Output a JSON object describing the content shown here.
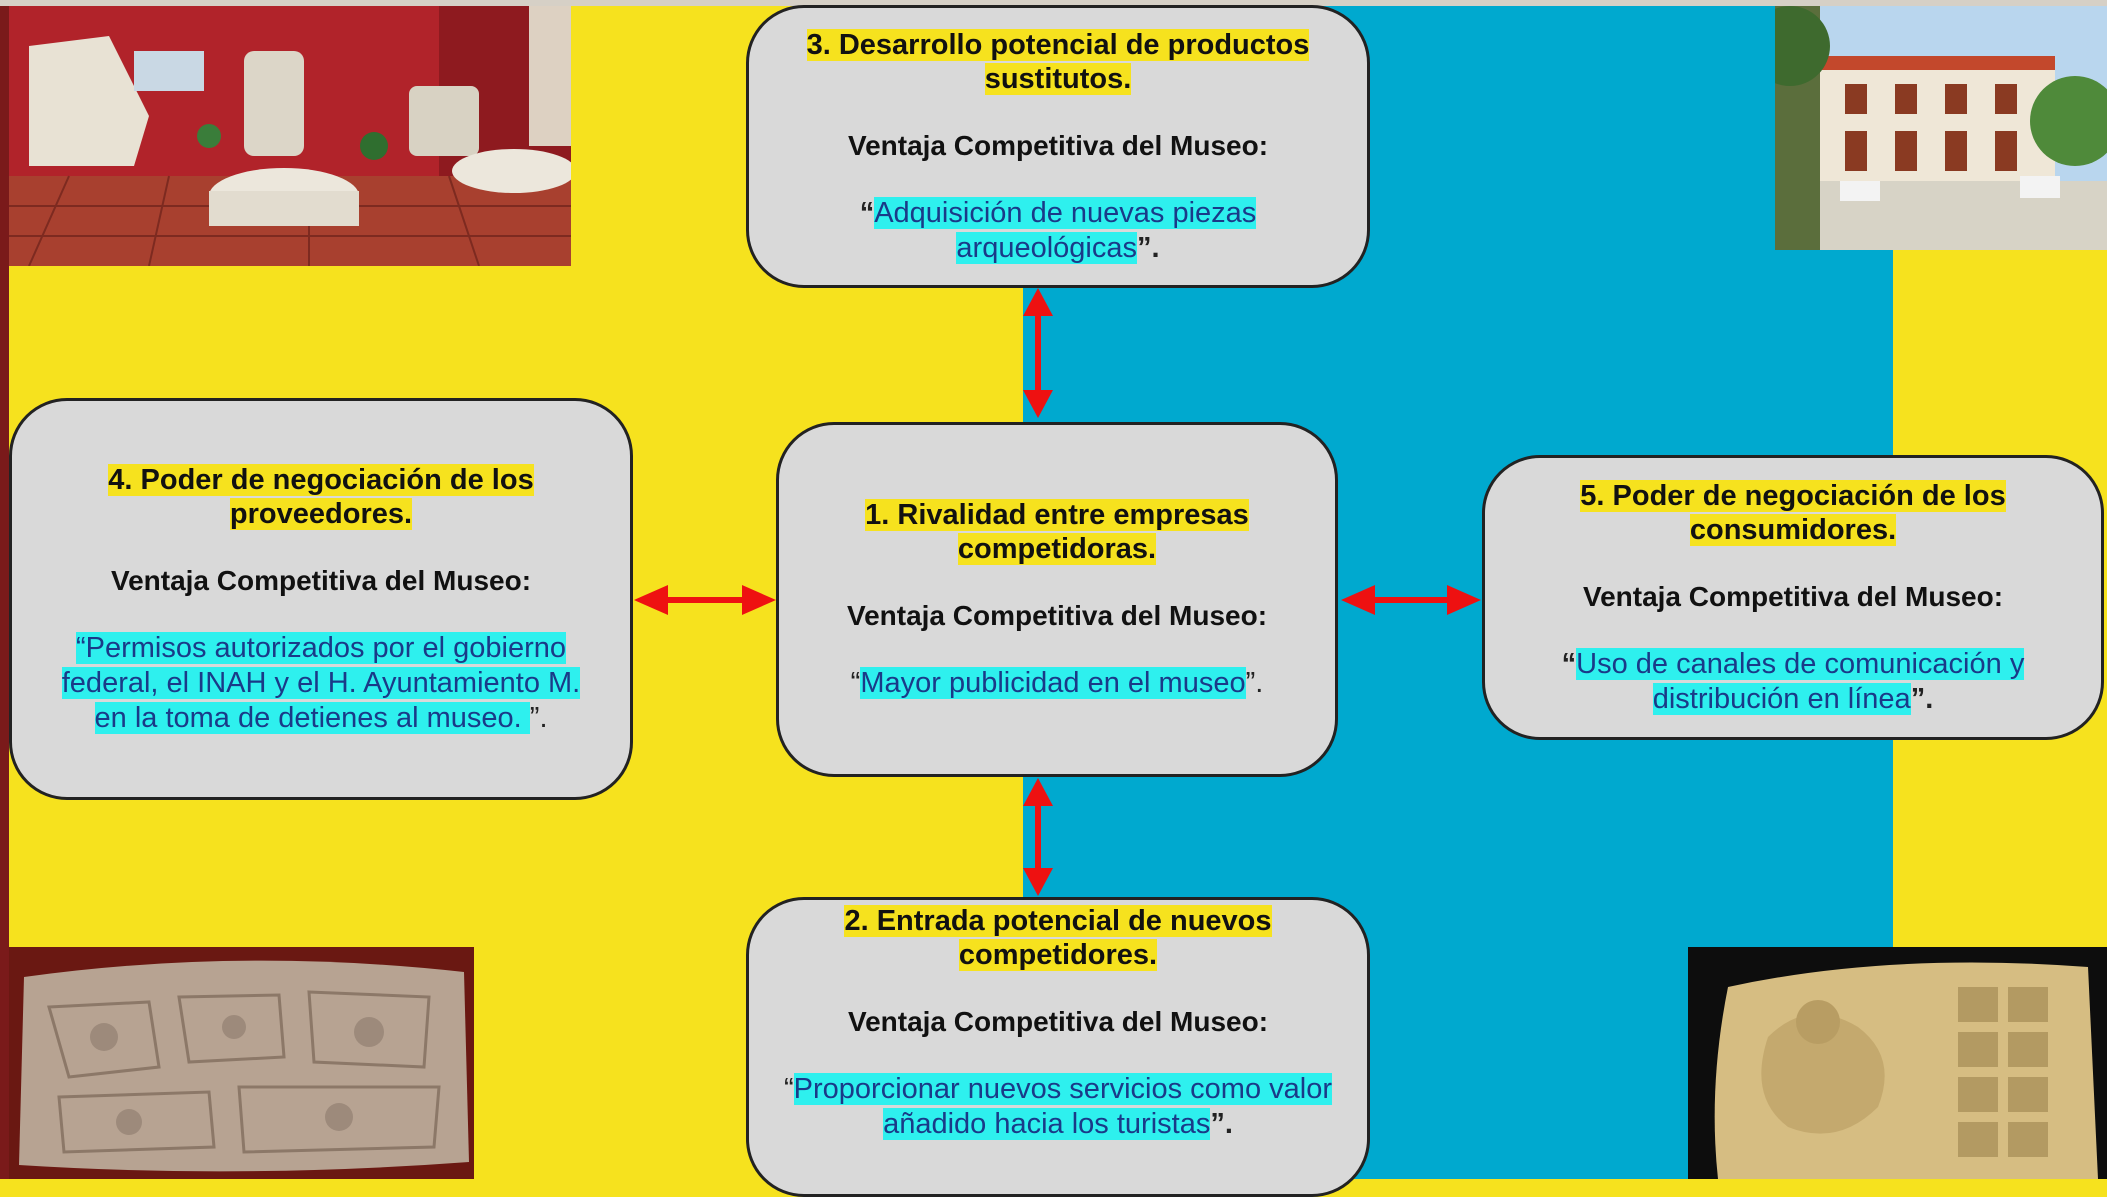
{
  "colors": {
    "background": "#f6e21e",
    "accent": "#00a9cf",
    "box_fill": "#d9d9d9",
    "highlight": "#2ef0ee",
    "arrow": "#ee1111"
  },
  "photos": [
    {
      "name": "photo-museum-interior"
    },
    {
      "name": "photo-town-hall"
    },
    {
      "name": "photo-stone-relief-left"
    },
    {
      "name": "photo-stone-relief-right"
    }
  ],
  "forces": {
    "substitutes": {
      "title": "3. Desarrollo potencial de productos sustitutos.",
      "subtitle": "Ventaja Competitiva del Museo:",
      "open_quote": "“",
      "quote": "Adquisición de nuevas piezas arqueológicas",
      "close_quote": "”."
    },
    "suppliers": {
      "title": "4. Poder de negociación de los proveedores.",
      "subtitle": "Ventaja Competitiva del Museo:",
      "open_quote": "“",
      "quote": "Permisos autorizados por el gobierno federal, el INAH y el H. Ayuntamiento M. en la toma de detienes al museo. ",
      "close_quote": "”."
    },
    "rivalry": {
      "title": "1. Rivalidad entre empresas competidoras.",
      "subtitle": "Ventaja Competitiva del Museo:",
      "open_quote": "“",
      "quote": "Mayor publicidad en el museo",
      "close_quote": "”."
    },
    "consumers": {
      "title": "5. Poder de negociación de los consumidores.",
      "subtitle": "Ventaja Competitiva del Museo:",
      "open_quote": "“",
      "quote": "Uso de canales de comunicación y distribución en línea",
      "close_quote": "”."
    },
    "new_entrants": {
      "title": "2. Entrada potencial de nuevos competidores.",
      "subtitle": "Ventaja Competitiva del Museo:",
      "open_quote": "“",
      "quote": "Proporcionar nuevos servicios como valor añadido hacia los turistas",
      "close_quote": "”."
    }
  }
}
